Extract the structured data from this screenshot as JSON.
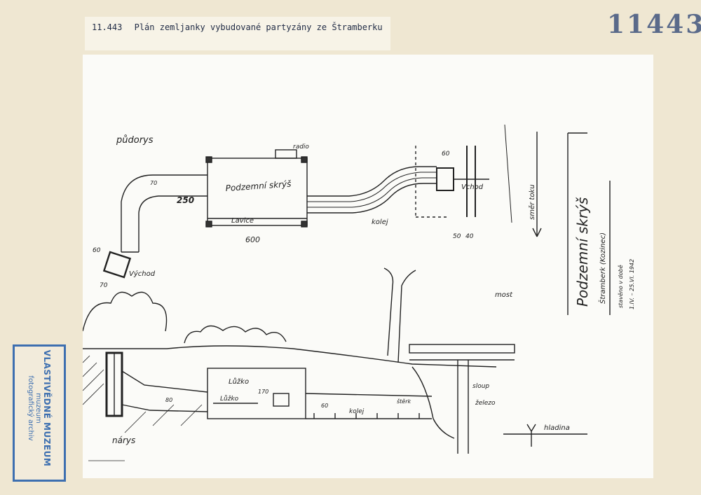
{
  "caption": {
    "number": "11.443",
    "title": "Plán zemljanky vybudované partyzány ze Štramberku"
  },
  "inventory_number": "11443",
  "stamp": {
    "line1": "VLASTIVĚDNÉ MUZEUM",
    "line2": "muzeum",
    "line3": "fotografický archiv"
  },
  "drawing": {
    "plan_label": "půdorys",
    "section_label": "nárys",
    "room_label": "Podzemní skrýš",
    "bench_label": "Lavice",
    "radio_label": "radio",
    "rail_label": "kolej",
    "entrance_label": "Vchod",
    "exit_label": "Východ",
    "flow_label": "směr toku",
    "bridge_label": "most",
    "bed_label": "Lůžko",
    "bed_section_label": "Lůžko",
    "rail_section_label": "kolej",
    "water_label": "hladina",
    "gravel_label": "štěrk",
    "iron_label": "železo",
    "pole_label": "sloup",
    "dim_250": "250",
    "dim_600": "600",
    "dim_70a": "70",
    "dim_60a": "60",
    "dim_70b": "70",
    "dim_60b": "60",
    "dim_50": "50",
    "dim_40": "40",
    "dim_170": "170",
    "dim_80": "80",
    "dim_60c": "60",
    "title_main": "Podzemní skrýš",
    "title_sub": "Štramberk (Kozinec)",
    "title_date1": "stavěno v době",
    "title_date2": "1.IV. – 25.VI. 1942"
  }
}
